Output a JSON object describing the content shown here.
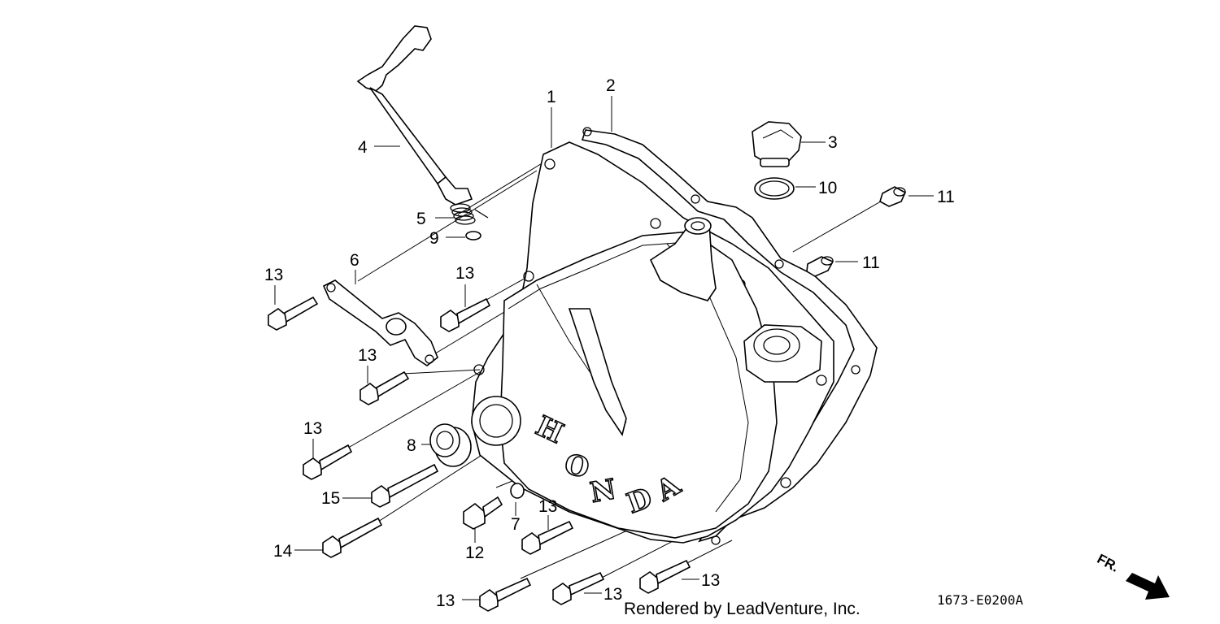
{
  "callouts": [
    {
      "id": "c1",
      "text": "1"
    },
    {
      "id": "c2",
      "text": "2"
    },
    {
      "id": "c3",
      "text": "3"
    },
    {
      "id": "c4",
      "text": "4"
    },
    {
      "id": "c5",
      "text": "5"
    },
    {
      "id": "c6",
      "text": "6"
    },
    {
      "id": "c7",
      "text": "7"
    },
    {
      "id": "c8",
      "text": "8"
    },
    {
      "id": "c9",
      "text": "9"
    },
    {
      "id": "c10",
      "text": "10"
    },
    {
      "id": "c11a",
      "text": "11"
    },
    {
      "id": "c11b",
      "text": "11"
    },
    {
      "id": "c12",
      "text": "12"
    },
    {
      "id": "c13a",
      "text": "13"
    },
    {
      "id": "c13b",
      "text": "13"
    },
    {
      "id": "c13c",
      "text": "13"
    },
    {
      "id": "c13d",
      "text": "13"
    },
    {
      "id": "c13e",
      "text": "13"
    },
    {
      "id": "c13f",
      "text": "13"
    },
    {
      "id": "c13g",
      "text": "13"
    },
    {
      "id": "c13h",
      "text": "13"
    },
    {
      "id": "c14",
      "text": "14"
    },
    {
      "id": "c15",
      "text": "15"
    }
  ],
  "logo_text": [
    "H",
    "O",
    "N",
    "D",
    "A"
  ],
  "diagram_code": "1673-E0200A",
  "credit": "Rendered by LeadVenture, Inc.",
  "direction_marker": "FR."
}
